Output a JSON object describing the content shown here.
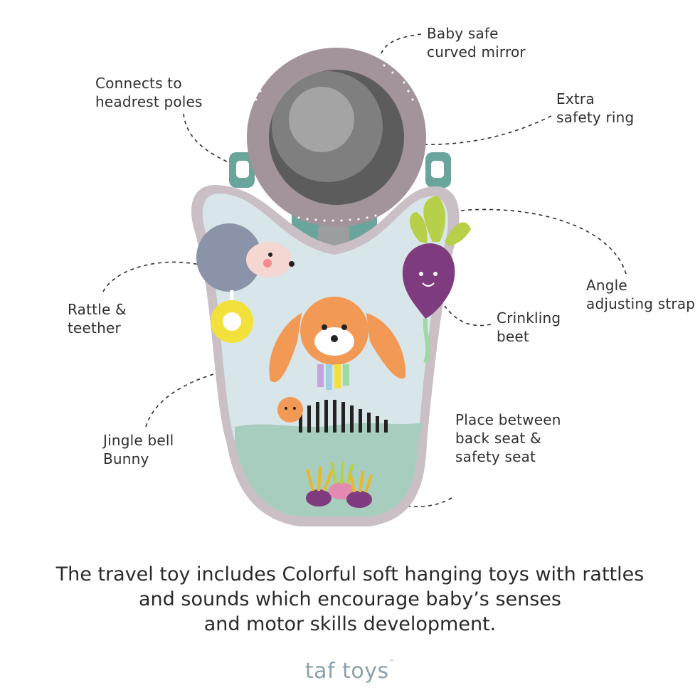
{
  "callouts": {
    "mirror": [
      "Baby safe",
      "curved mirror"
    ],
    "headrest": [
      "Connects to",
      "headrest poles"
    ],
    "ring": [
      "Extra",
      "safety ring"
    ],
    "angle": [
      "Angle",
      "adjusting strap"
    ],
    "rattle": [
      "Rattle &",
      "teether"
    ],
    "beet": [
      "Crinkling",
      "beet"
    ],
    "bunny": [
      "Jingle bell",
      "Bunny"
    ],
    "place": [
      "Place between",
      "back seat &",
      "safety seat"
    ]
  },
  "caption": [
    "The travel toy includes Colorful soft hanging toys with rattles",
    "and sounds which encourage baby’s senses",
    "and motor skills development."
  ],
  "brand": {
    "name": "taf toys",
    "tm": "™"
  },
  "colors": {
    "mirror_ring": "#a3939b",
    "teal": "#6aa59b",
    "panel_top": "#d8e6ea",
    "panel_bottom": "#a6cdbd",
    "border": "#c9bfc4",
    "orange": "#f29a55",
    "beet": "#7e3b7d",
    "leaf": "#b8cf4a",
    "brand": "#8aa2ad"
  }
}
